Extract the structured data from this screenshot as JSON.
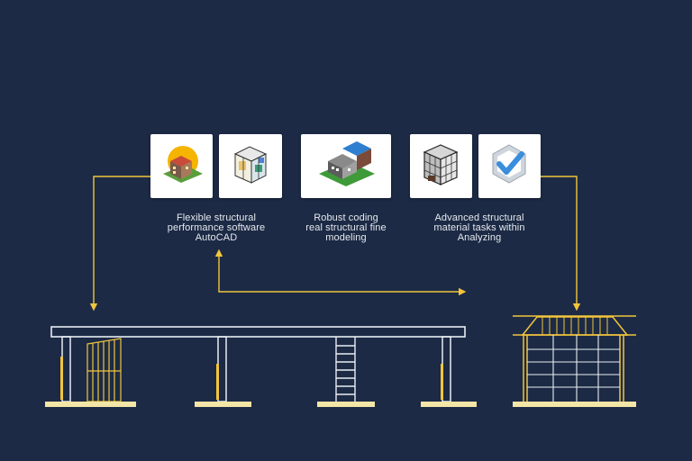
{
  "colors": {
    "background": "#1c2a45",
    "accent": "#f2c53d",
    "beam": "#e9edf3",
    "card": "#ffffff"
  },
  "cards": [
    {
      "icon": "sun-building-icon"
    },
    {
      "icon": "cube-model-icon"
    },
    {
      "icon": "isometric-site-icon"
    },
    {
      "icon": "wireframe-cube-icon"
    },
    {
      "icon": "checkmark-hexagon-icon"
    }
  ],
  "captions": [
    {
      "text": "Flexible structural\nperformance software\nAutoCAD"
    },
    {
      "text": "Robust coding\nreal structural fine\nmodeling"
    },
    {
      "text": "Advanced structural\nmaterial tasks within\nAnalyzing"
    }
  ]
}
